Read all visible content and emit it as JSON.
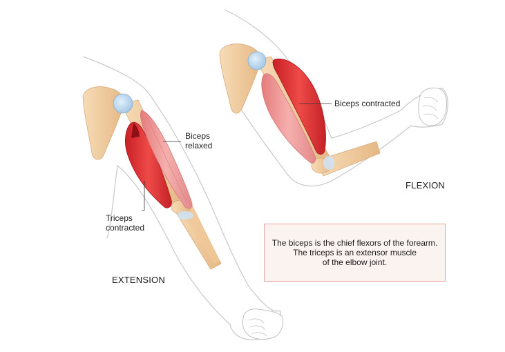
{
  "labels": {
    "biceps_relaxed_line1": "Biceps",
    "biceps_relaxed_line2": "relaxed",
    "triceps_contracted_line1": "Triceps",
    "triceps_contracted_line2": "contracted",
    "biceps_contracted": "Biceps contracted",
    "extension": "EXTENSION",
    "flexion": "FLEXION"
  },
  "note": {
    "line1": "The biceps is the chief flexors of the forearm.",
    "line2": "The triceps is an extensor muscle",
    "line3": "of the elbow joint."
  },
  "colors": {
    "muscle": "#e63b3b",
    "muscle_light": "#f19a9a",
    "bone": "#f4d2a8",
    "joint": "#b9d7ee",
    "outline": "#bfbfbf"
  }
}
